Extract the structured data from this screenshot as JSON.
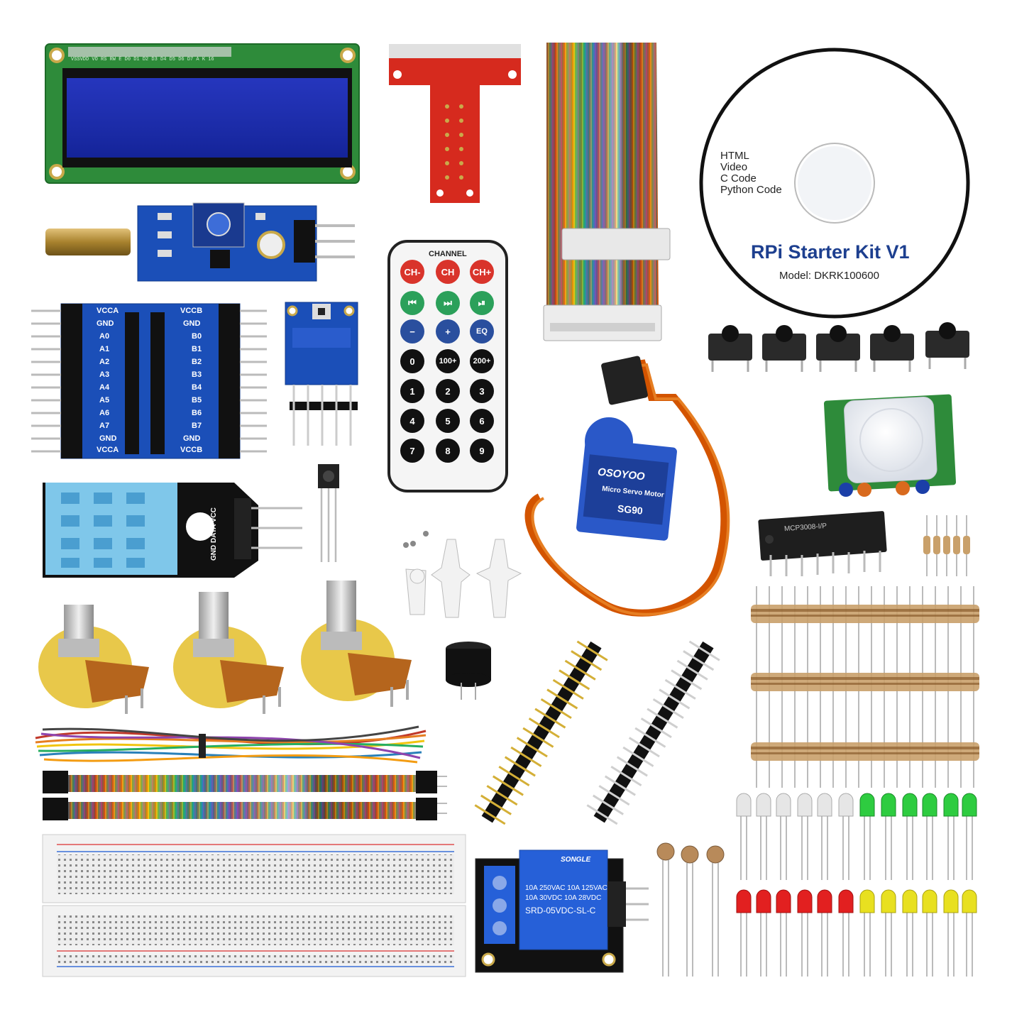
{
  "cd": {
    "content_lines": [
      "HTML",
      "Video",
      "C Code",
      "Python Code"
    ],
    "title": "RPi Starter Kit V1",
    "model": "Model: DKRK100600"
  },
  "remote": {
    "header": "CHANNEL",
    "buttons": [
      "CH-",
      "CH",
      "CH+",
      "⏮",
      "⏭",
      "⏯",
      "−",
      "+",
      "EQ",
      "0",
      "100+",
      "200+",
      "1",
      "2",
      "3",
      "4",
      "5",
      "6",
      "7",
      "8",
      "9"
    ]
  },
  "shifter": {
    "left_pins": [
      "VCCA",
      "GND",
      "A0",
      "A1",
      "A2",
      "A3",
      "A4",
      "A5",
      "A6",
      "A7",
      "GND",
      "VCCA"
    ],
    "right_pins": [
      "VCCB",
      "GND",
      "B0",
      "B1",
      "B2",
      "B3",
      "B4",
      "B5",
      "B6",
      "B7",
      "GND",
      "VCCB"
    ]
  },
  "servo": {
    "brand": "OSOYOO",
    "subtitle": "Micro Servo Motor",
    "model": "SG90"
  },
  "relay": {
    "brand": "SONGLE",
    "ratings": [
      "10A 250VAC  10A 125VAC",
      "10A 30VDC   10A 28VDC"
    ],
    "model": "SRD-05VDC-SL-C"
  },
  "chip": {
    "label": "MCP3008-I/P"
  },
  "lcd": {
    "pin_labels": "VSSVDD VO RS RW E  D0 D1 D2 D3 D4 D5 D6 D7 A  K   16"
  },
  "dht": {
    "pin_labels": "GND DATA VCC"
  },
  "colors": {
    "lcd_board": "#2e8b3a",
    "lcd_screen": "#1e2fb0",
    "shifter_board": "#1b4fb8",
    "servo_body": "#2a58c8",
    "relay_block": "#2660d8",
    "cd_title": "#1d3f8f"
  }
}
